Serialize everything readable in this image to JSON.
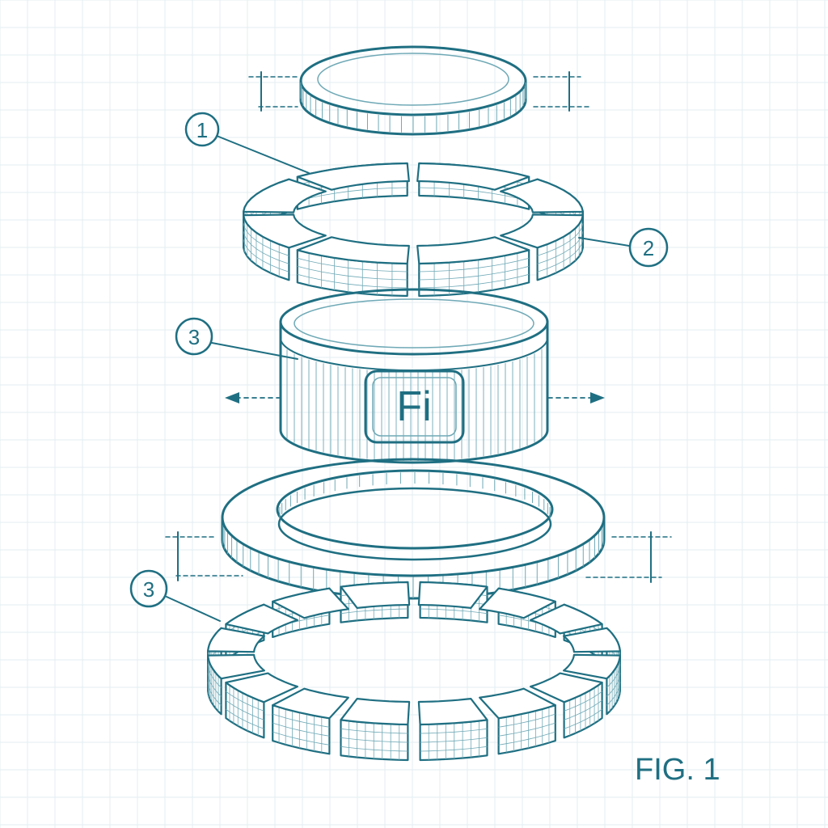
{
  "figure": {
    "caption": "FIG. 1",
    "logo_text": "Fi"
  },
  "callouts": [
    {
      "label": "1"
    },
    {
      "label": "2"
    },
    {
      "label": "3"
    },
    {
      "label": "3"
    }
  ],
  "colors": {
    "ink": "#1f6f82",
    "ink_light": "#6fa9b6",
    "grid": "#e3edf0",
    "paper": "#ffffff",
    "logo_fill": "#e6f3f6"
  }
}
